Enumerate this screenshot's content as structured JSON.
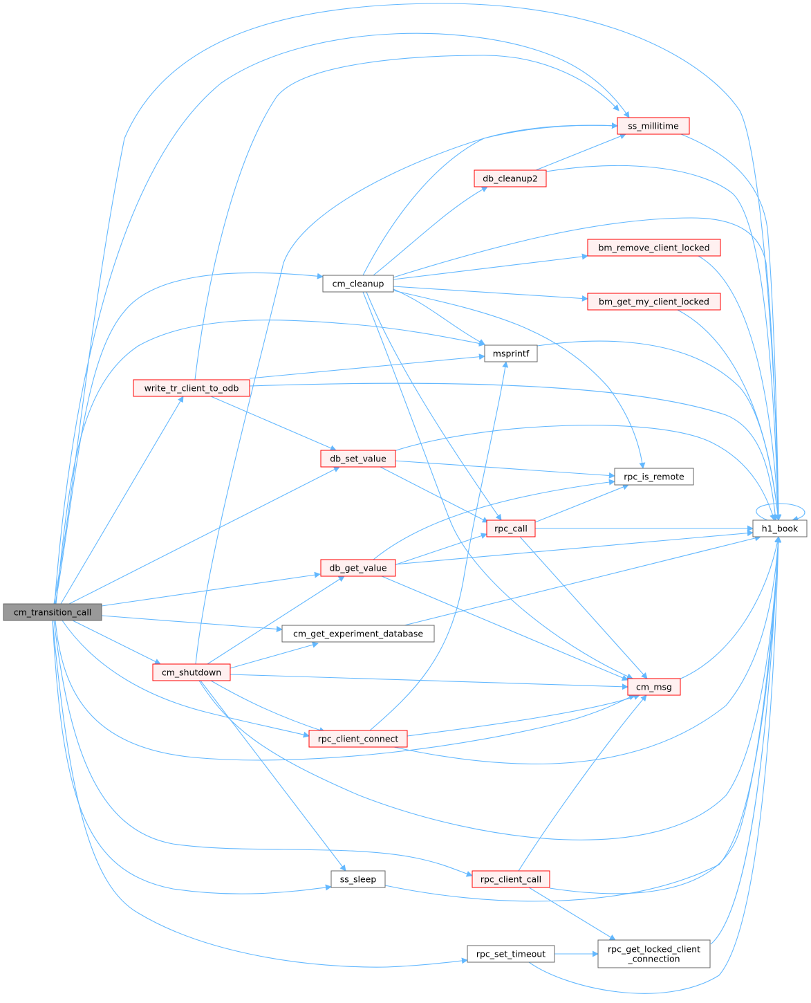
{
  "diagram": {
    "type": "call-graph",
    "colors": {
      "edge": "#63b8ff",
      "root_fill": "#999999",
      "root_border": "#666666",
      "normal_fill": "#ffffff",
      "normal_border": "#666666",
      "highlight_fill": "#fff0f0",
      "highlight_border": "#ff0000"
    },
    "nodes": [
      {
        "id": "cm_transition_call",
        "label": "cm_transition_call",
        "style": "root"
      },
      {
        "id": "ss_millitime",
        "label": "ss_millitime",
        "style": "highlight"
      },
      {
        "id": "db_cleanup2",
        "label": "db_cleanup2",
        "style": "highlight"
      },
      {
        "id": "bm_remove_client_locked",
        "label": "bm_remove_client_locked",
        "style": "highlight"
      },
      {
        "id": "cm_cleanup",
        "label": "cm_cleanup",
        "style": "normal"
      },
      {
        "id": "bm_get_my_client_locked",
        "label": "bm_get_my_client_locked",
        "style": "highlight"
      },
      {
        "id": "msprintf",
        "label": "msprintf",
        "style": "normal"
      },
      {
        "id": "write_tr_client_to_odb",
        "label": "write_tr_client_to_odb",
        "style": "highlight"
      },
      {
        "id": "db_set_value",
        "label": "db_set_value",
        "style": "highlight"
      },
      {
        "id": "rpc_is_remote",
        "label": "rpc_is_remote",
        "style": "normal"
      },
      {
        "id": "rpc_call",
        "label": "rpc_call",
        "style": "highlight"
      },
      {
        "id": "h1_book",
        "label": "h1_book",
        "style": "normal"
      },
      {
        "id": "db_get_value",
        "label": "db_get_value",
        "style": "highlight"
      },
      {
        "id": "cm_get_experiment_database",
        "label": "cm_get_experiment_database",
        "style": "normal"
      },
      {
        "id": "cm_shutdown",
        "label": "cm_shutdown",
        "style": "highlight"
      },
      {
        "id": "cm_msg",
        "label": "cm_msg",
        "style": "highlight"
      },
      {
        "id": "rpc_client_connect",
        "label": "rpc_client_connect",
        "style": "highlight"
      },
      {
        "id": "rpc_client_call",
        "label": "rpc_client_call",
        "style": "highlight"
      },
      {
        "id": "ss_sleep",
        "label": "ss_sleep",
        "style": "normal"
      },
      {
        "id": "rpc_set_timeout",
        "label": "rpc_set_timeout",
        "style": "normal"
      },
      {
        "id": "rpc_get_locked_client_connection",
        "label": "rpc_get_locked_client\n_connection",
        "style": "normal"
      }
    ],
    "edges": [
      [
        "cm_transition_call",
        "h1_book"
      ],
      [
        "cm_transition_call",
        "ss_millitime"
      ],
      [
        "cm_transition_call",
        "cm_cleanup"
      ],
      [
        "cm_transition_call",
        "msprintf"
      ],
      [
        "cm_transition_call",
        "write_tr_client_to_odb"
      ],
      [
        "cm_transition_call",
        "db_set_value"
      ],
      [
        "cm_transition_call",
        "db_get_value"
      ],
      [
        "cm_transition_call",
        "cm_get_experiment_database"
      ],
      [
        "cm_transition_call",
        "cm_shutdown"
      ],
      [
        "cm_transition_call",
        "rpc_client_connect"
      ],
      [
        "cm_transition_call",
        "cm_msg"
      ],
      [
        "cm_transition_call",
        "rpc_client_call"
      ],
      [
        "cm_transition_call",
        "ss_sleep"
      ],
      [
        "cm_transition_call",
        "rpc_set_timeout"
      ],
      [
        "write_tr_client_to_odb",
        "ss_millitime"
      ],
      [
        "write_tr_client_to_odb",
        "msprintf"
      ],
      [
        "write_tr_client_to_odb",
        "h1_book"
      ],
      [
        "write_tr_client_to_odb",
        "db_set_value"
      ],
      [
        "cm_cleanup",
        "ss_millitime"
      ],
      [
        "cm_cleanup",
        "db_cleanup2"
      ],
      [
        "cm_cleanup",
        "h1_book"
      ],
      [
        "cm_cleanup",
        "bm_remove_client_locked"
      ],
      [
        "cm_cleanup",
        "bm_get_my_client_locked"
      ],
      [
        "cm_cleanup",
        "msprintf"
      ],
      [
        "cm_cleanup",
        "rpc_is_remote"
      ],
      [
        "cm_cleanup",
        "rpc_call"
      ],
      [
        "cm_cleanup",
        "cm_msg"
      ],
      [
        "db_cleanup2",
        "ss_millitime"
      ],
      [
        "db_cleanup2",
        "h1_book"
      ],
      [
        "ss_millitime",
        "h1_book"
      ],
      [
        "bm_remove_client_locked",
        "h1_book"
      ],
      [
        "bm_get_my_client_locked",
        "h1_book"
      ],
      [
        "msprintf",
        "h1_book"
      ],
      [
        "db_set_value",
        "h1_book"
      ],
      [
        "db_set_value",
        "rpc_is_remote"
      ],
      [
        "db_set_value",
        "rpc_call"
      ],
      [
        "rpc_call",
        "rpc_is_remote"
      ],
      [
        "rpc_call",
        "h1_book"
      ],
      [
        "rpc_call",
        "cm_msg"
      ],
      [
        "db_get_value",
        "rpc_is_remote"
      ],
      [
        "db_get_value",
        "rpc_call"
      ],
      [
        "db_get_value",
        "h1_book"
      ],
      [
        "db_get_value",
        "cm_msg"
      ],
      [
        "cm_get_experiment_database",
        "h1_book"
      ],
      [
        "cm_shutdown",
        "ss_millitime"
      ],
      [
        "cm_shutdown",
        "db_get_value"
      ],
      [
        "cm_shutdown",
        "cm_get_experiment_database"
      ],
      [
        "cm_shutdown",
        "cm_msg"
      ],
      [
        "cm_shutdown",
        "rpc_client_connect"
      ],
      [
        "cm_shutdown",
        "h1_book"
      ],
      [
        "cm_shutdown",
        "ss_sleep"
      ],
      [
        "cm_msg",
        "h1_book"
      ],
      [
        "rpc_client_connect",
        "msprintf"
      ],
      [
        "rpc_client_connect",
        "cm_msg"
      ],
      [
        "rpc_client_connect",
        "h1_book"
      ],
      [
        "rpc_client_call",
        "cm_msg"
      ],
      [
        "rpc_client_call",
        "h1_book"
      ],
      [
        "rpc_client_call",
        "rpc_get_locked_client_connection"
      ],
      [
        "ss_sleep",
        "h1_book"
      ],
      [
        "rpc_set_timeout",
        "rpc_get_locked_client_connection"
      ],
      [
        "rpc_set_timeout",
        "h1_book"
      ],
      [
        "rpc_get_locked_client_connection",
        "h1_book"
      ],
      [
        "h1_book",
        "h1_book"
      ]
    ]
  }
}
